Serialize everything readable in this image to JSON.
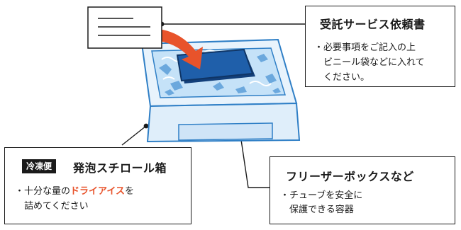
{
  "request_form": {
    "title": "受託サービス依頼書",
    "lines": [
      "・必要事項をご記入の上",
      "ビニール袋などに入れて",
      "ください。"
    ]
  },
  "styrofoam_box": {
    "tag": "冷凍便",
    "title": "発泡スチロール箱",
    "line1_prefix": "・十分な量の",
    "line1_highlight": "ドライアイス",
    "line1_suffix": "を",
    "line2": "詰めてください"
  },
  "freezer_box": {
    "title": "フリーザーボックスなど",
    "lines": [
      "・チューブを安全に",
      "保護できる容器"
    ]
  },
  "colors": {
    "highlight": "#e8532b",
    "box_outer": "#dfeefa",
    "box_edge": "#2f7fc6",
    "ice": "#c5e2f8",
    "ice_dark": "#5c9fd9",
    "freezer_box": "#1f5faa",
    "arrow": "#e8532b"
  }
}
